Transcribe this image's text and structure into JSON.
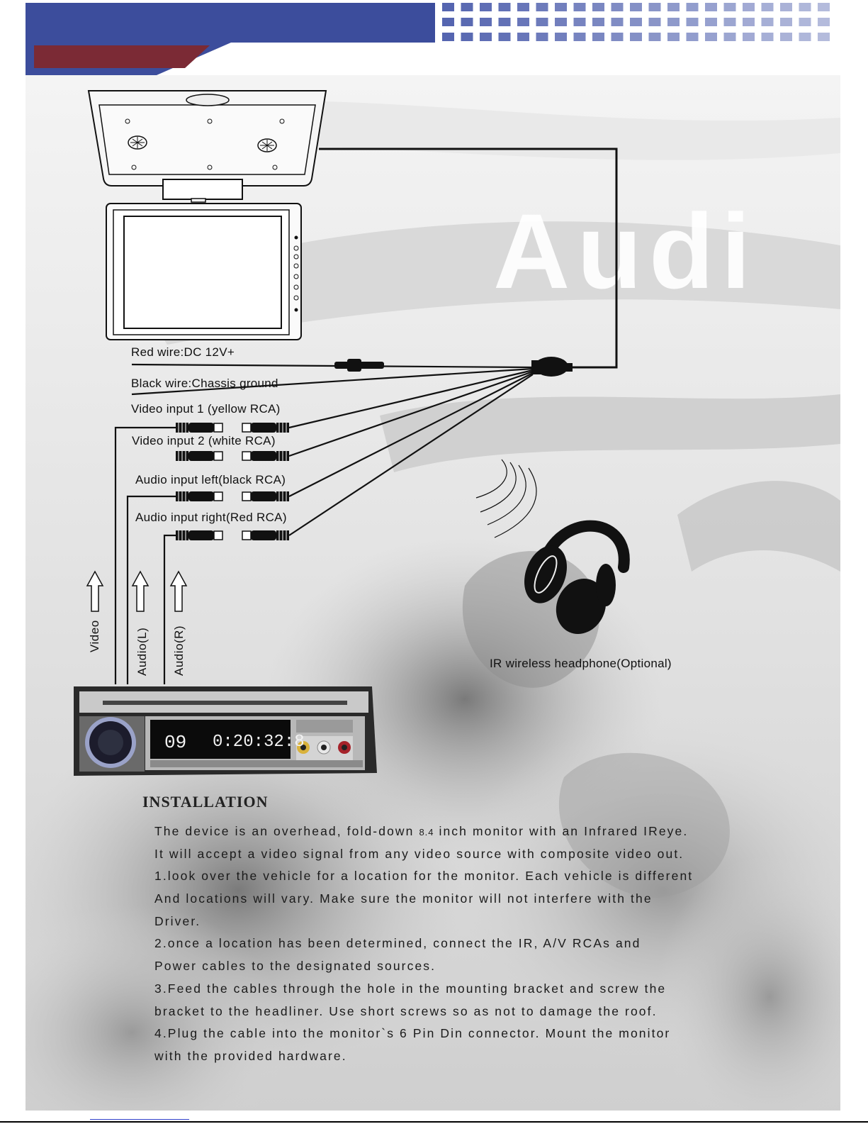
{
  "colors": {
    "header_blue": "#3c4d9c",
    "header_red": "#7b2a35",
    "dot_blue": "#5565b0",
    "wire": "#111111"
  },
  "diagram": {
    "labels": {
      "red_wire": "Red wire:DC 12V+",
      "black_wire": "Black wire:Chassis ground",
      "video1": "Video input 1 (yellow RCA)",
      "video2": "Video input 2 (white RCA)",
      "audio_left": "Audio input left(black RCA)",
      "audio_right": "Audio input right(Red RCA)",
      "arrow_video": "Video",
      "arrow_audio_l": "Audio(L)",
      "arrow_audio_r": "Audio(R)",
      "headphone": "IR wireless headphone(Optional)"
    },
    "head_unit_display": {
      "track": "09",
      "time": "0:20:32:8"
    },
    "background_watermark": "Audi"
  },
  "installation": {
    "title": "INSTALLATION",
    "line1_a": "The device is an overhead, fold-down ",
    "line1_num": "8.4",
    "line1_b": " inch monitor with an Infrared IReye.",
    "lines": [
      "It will accept a video signal from any video source with composite video out.",
      "1.look over the vehicle for a location for the monitor. Each vehicle is different",
      "And locations will vary. Make sure the monitor will not interfere with the",
      "Driver.",
      "2.once a location has been determined, connect the IR, A/V RCAs and",
      "Power cables to the designated sources.",
      "3.Feed the cables through the hole in the mounting bracket and screw the",
      "bracket to the headliner. Use short screws so as not to damage the roof.",
      "4.Plug the cable into the monitor`s 6 Pin Din connector. Mount the monitor",
      "with the provided hardware."
    ]
  }
}
